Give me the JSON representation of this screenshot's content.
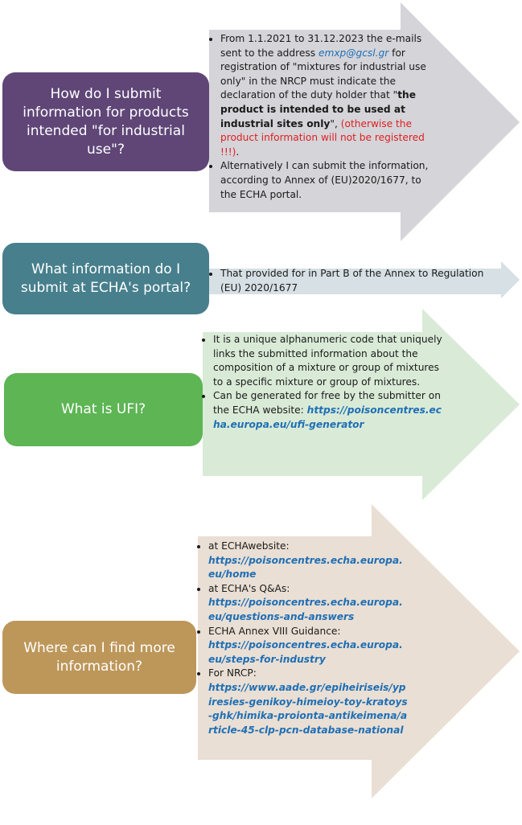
{
  "colors": {
    "q1": "#5f4677",
    "q2": "#477f8c",
    "q3": "#5db554",
    "q4": "#bd975a",
    "a1": "#d4d4d9",
    "a2": "#d6e0e5",
    "a3": "#d9ebd7",
    "a4": "#eadfd4",
    "link": "#1f6fb5",
    "red": "#e02020"
  },
  "q1": {
    "question": "How do I submit information for products intended \"for industrial use\"?",
    "b1": {
      "t1": "From 1.1.2021 to 31.12.2023 the e-mails sent to the address",
      "email": "emxp@gcsl.gr",
      "t2": "for registration of \"mixtures for industrial use only\" in the NRCP must indicate the declaration of the duty holder that \"",
      "bold": "the product is intended to be used at industrial sites only",
      "t3": "\",",
      "red": "(otherwise the  product information will not be registered !!!)",
      "t4": "."
    },
    "b2": "Alternatively I can submit the information, according to Annex of (EU)2020/1677, to the ECHA portal."
  },
  "q2": {
    "question": "What information do I submit at ECHA's portal?",
    "b1": "That provided for in Part B of the Annex to Regulation (EU) 2020/1677"
  },
  "q3": {
    "question": "What is UFI?",
    "b1": "It is a unique alphanumeric code that uniquely links the submitted information about the composition of a mixture or group of mixtures to a specific mixture or group of mixtures.",
    "b2": "Can be generated for free by the submitter on the ECHA website:",
    "b2_link": "https://poisoncentres.echa.europa.eu/ufi-generator"
  },
  "q4": {
    "question": "Where can I find more information?",
    "items": [
      {
        "label": "at ECHAwebsite:",
        "link": "https://poisoncentres.echa.europa.eu/home"
      },
      {
        "label": "at ECHA's Q&As:",
        "link": "https://poisoncentres.echa.europa.eu/questions-and-answers"
      },
      {
        "label": "ECHA Annex VIII Guidance:",
        "link": "https://poisoncentres.echa.europa.eu/steps-for-industry"
      },
      {
        "label": "For NRCP:",
        "link": "https://www.aade.gr/epiheiriseis/ypiresies-genikoy-himeioy-toy-kratoys-ghk/himika-proionta-antikeimena/article-45-clp-pcn-database-national"
      }
    ]
  }
}
